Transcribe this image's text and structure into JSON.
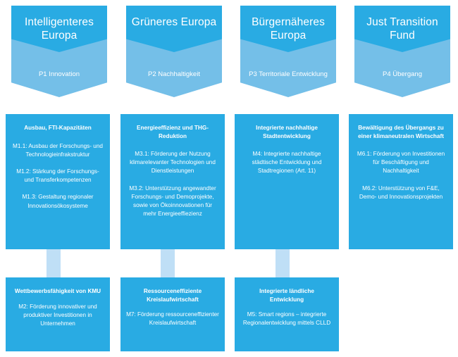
{
  "columns": [
    {
      "banner": {
        "title": "Intelligenteres Europa",
        "subtitle": "P1 Innovation"
      },
      "middle_box": {
        "heading": "Ausbau, FTI-Kapazitäten",
        "measures": [
          "M1.1: Ausbau der Forschungs- und Technologieinfrakstruktur",
          "M1.2: Stärkung der Forschungs- und Transferkompetenzen",
          "M1.3: Gestaltung regionaler Innovationsökosysteme"
        ]
      },
      "bottom_box": {
        "heading": "Wettbewerbsfähigkeit von KMU",
        "measures": [
          "M2: Förderung innovativer und produktiver Investitionen in Unternehmen"
        ]
      },
      "connector": true
    },
    {
      "banner": {
        "title": "Grüneres Europa",
        "subtitle": "P2 Nachhaltigkeit"
      },
      "middle_box": {
        "heading": "Energieeffizienz und THG-Reduktion",
        "measures": [
          "M3.1: Förderung der Nutzung klimarelevanter Technologien und Dienstleistungen",
          "M3.2: Unterstützung angewandter Forschungs- und Demoprojekte, sowie von Ökoinnovationen für mehr Energieeffiezienz"
        ]
      },
      "bottom_box": {
        "heading": "Ressourceneffiziente Kreislaufwirtschaft",
        "measures": [
          "M7: Förderung ressourceneffizienter Kreislaufwirtschaft"
        ]
      },
      "connector": true
    },
    {
      "banner": {
        "title": "Bürgernäheres Europa",
        "subtitle": "P3 Territoriale Entwicklung"
      },
      "middle_box": {
        "heading": "Integrierte nachhaltige Stadtentwicklung",
        "measures": [
          "M4: Integrierte nachhaltige städtische Entwicklung und Stadtregionen (Art. 11)"
        ]
      },
      "bottom_box": {
        "heading": "Integrierte ländliche Entwicklung",
        "measures": [
          "M5: Smart regions – integrierte Regionalentwicklung mittels CLLD"
        ]
      },
      "connector": true
    },
    {
      "banner": {
        "title": "Just Transition Fund",
        "subtitle": "P4 Übergang"
      },
      "middle_box": {
        "heading": "Bewältigung des Übergangs zu einer klimaneutralen Wirtschaft",
        "measures": [
          "M6.1: Förderung von Investitionen für Beschäftigung und Nachhaltigkeit",
          "M6.2: Unterstützung von F&E, Demo- und Innovationsprojekten"
        ]
      },
      "bottom_box": null,
      "connector": false
    }
  ],
  "colors": {
    "primary_blue": "#29abe3",
    "light_blue": "#74bfe8",
    "connector_blue": "#bfdff6",
    "text_on_blue": "#ffffff",
    "background": "#ffffff"
  }
}
